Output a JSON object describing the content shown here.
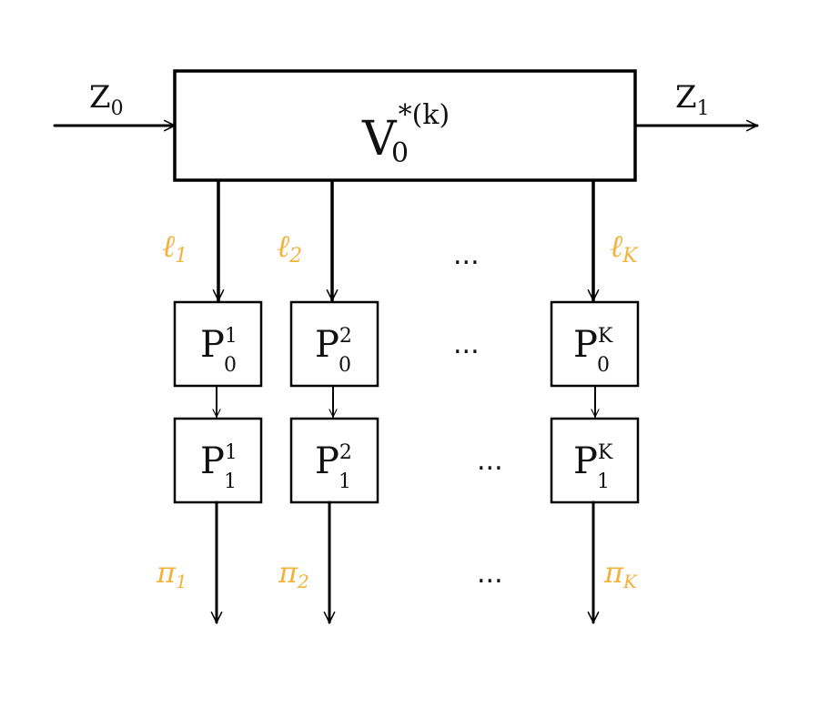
{
  "colors": {
    "ink": "#000000",
    "label_accent": "#f2b33d",
    "background": "#ffffff"
  },
  "main_box": {
    "symbol": "V",
    "sub": "0",
    "sup": "*(k)"
  },
  "input_label": {
    "base": "Z",
    "sub": "0"
  },
  "output_label": {
    "base": "Z",
    "sub": "1"
  },
  "columns": [
    {
      "edge_label": {
        "base": "ℓ",
        "sub": "1"
      },
      "top_box": {
        "base": "P",
        "sub": "0",
        "sup": "1"
      },
      "bottom_box": {
        "base": "P",
        "sub": "1",
        "sup": "1"
      },
      "out_label": {
        "base": "π",
        "sub": "1"
      }
    },
    {
      "edge_label": {
        "base": "ℓ",
        "sub": "2"
      },
      "top_box": {
        "base": "P",
        "sub": "0",
        "sup": "2"
      },
      "bottom_box": {
        "base": "P",
        "sub": "1",
        "sup": "2"
      },
      "out_label": {
        "base": "π",
        "sub": "2"
      }
    },
    {
      "edge_label": {
        "base": "ℓ",
        "sub": "K"
      },
      "top_box": {
        "base": "P",
        "sub": "0",
        "sup": "K"
      },
      "bottom_box": {
        "base": "P",
        "sub": "1",
        "sup": "K"
      },
      "out_label": {
        "base": "π",
        "sub": "K"
      }
    }
  ],
  "ellipsis": "..."
}
